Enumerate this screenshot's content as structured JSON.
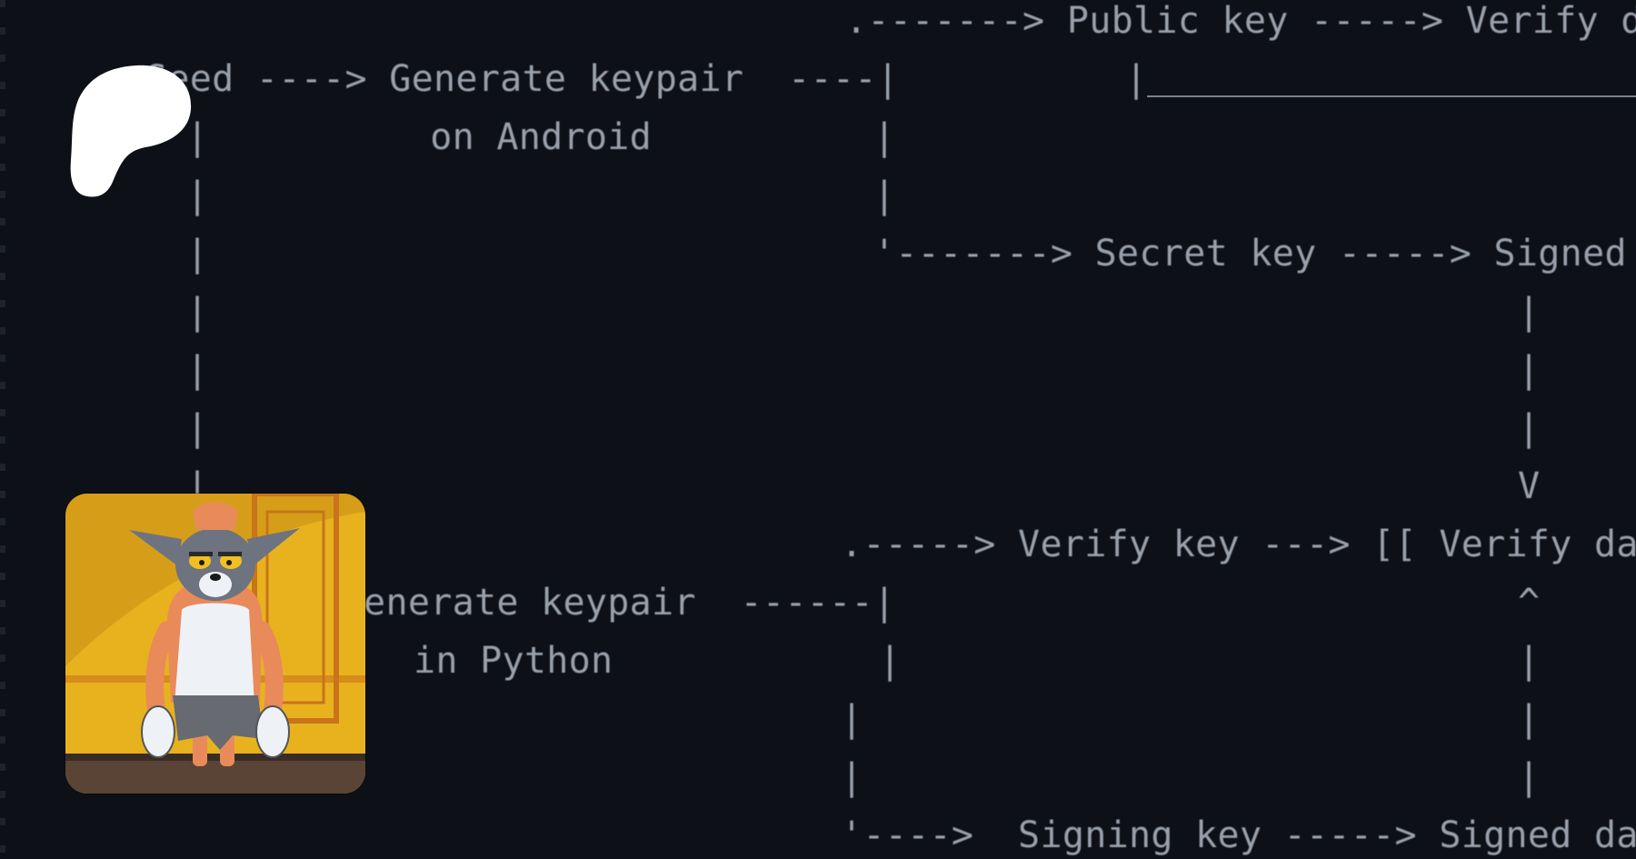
{
  "diagram": {
    "lines": [
      "                          .-------> Public key -----> Verify data",
      "Seed ----> Generate keypair  ----|          |______________________",
      "   |          on Android         |",
      "   |                             |",
      "   |                             '-------> Secret key -----> Signed data",
      "   |                                                           |",
      "   |                                                           |",
      "   |                                                           |",
      "   |                                                           V",
      "   |                        .-----> Verify key ---> [[ Verify data",
      "   '----> Generate keypair  ------|                            ^",
      "              in Python           |                            |",
      "                                  |                            |",
      "                                  |                            |",
      "                            '---->  Signing key -----> Signed data"
    ]
  },
  "logo": {
    "icon": "patreon-logo-icon",
    "color": "#ffffff"
  },
  "avatar": {
    "icon": "cartoon-cat-avatar",
    "background": "#e8b21f"
  }
}
